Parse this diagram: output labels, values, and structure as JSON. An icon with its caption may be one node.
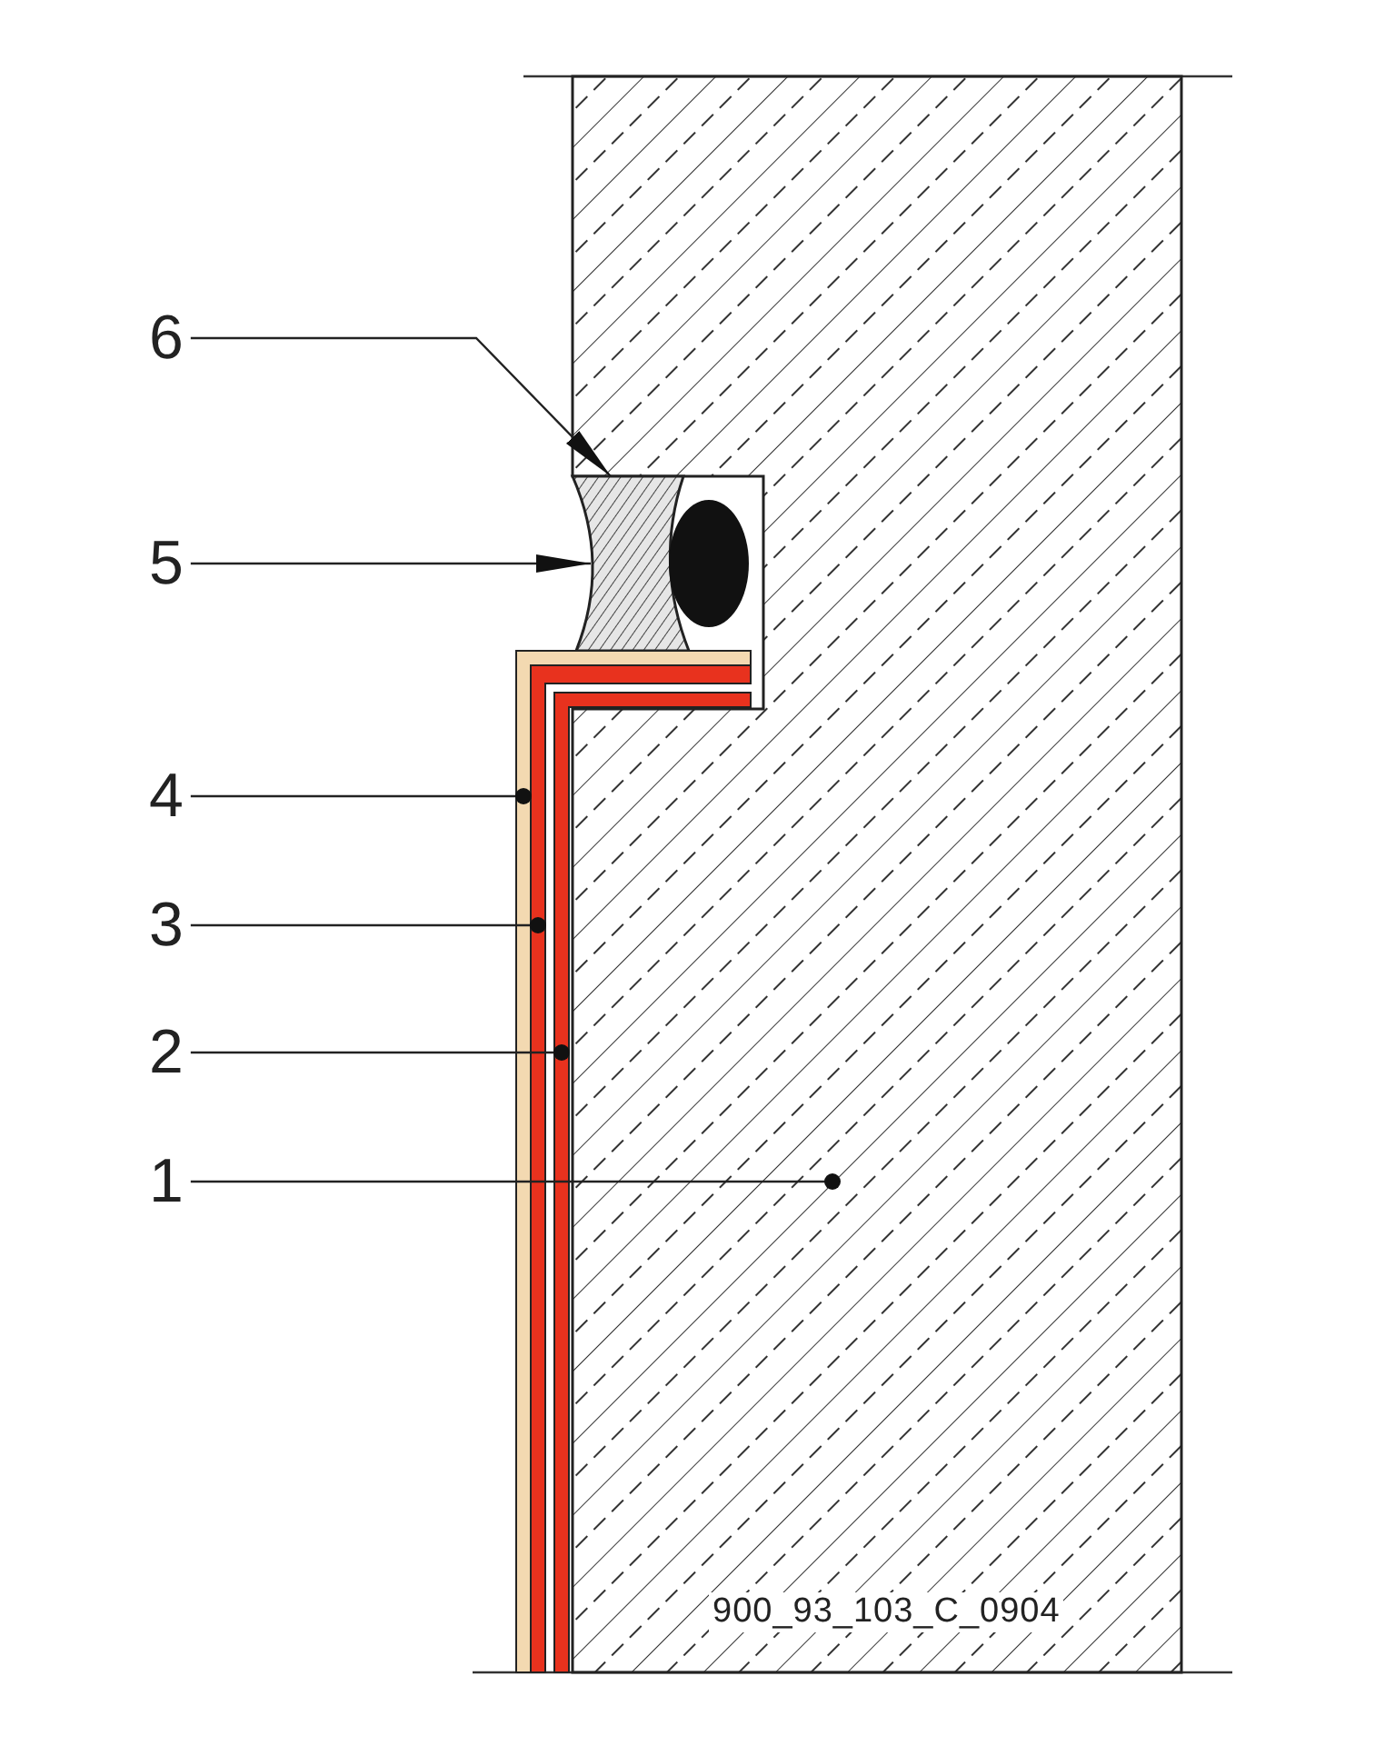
{
  "diagram": {
    "nodes": [
      {
        "text": [
          "6"
        ]
      },
      {
        "text": [
          "5"
        ]
      },
      {
        "text": [
          "4"
        ]
      },
      {
        "text": [
          "3"
        ]
      },
      {
        "text": [
          "2"
        ]
      },
      {
        "text": [
          "1"
        ]
      },
      {
        "text": [],
        "shape": "box"
      },
      {
        "text": [],
        "shape": "box"
      },
      {
        "text": [],
        "shape": "bar"
      },
      {
        "text": [],
        "shape": "bar"
      },
      {
        "text": [],
        "shape": "bar"
      }
    ],
    "edges": [
      {
        "from": 0,
        "to": 7,
        "arrow": "to"
      },
      {
        "from": 1,
        "to": 7,
        "arrow": "to"
      },
      {
        "from": 2,
        "to": 8,
        "arrow": "other"
      },
      {
        "from": 3,
        "to": 9,
        "arrow": "other"
      },
      {
        "from": 4,
        "to": 10,
        "arrow": "other"
      },
      {
        "from": 5,
        "to": 6,
        "arrow": "other"
      }
    ],
    "labels": [
      "900_93_103_C_0904"
    ]
  }
}
